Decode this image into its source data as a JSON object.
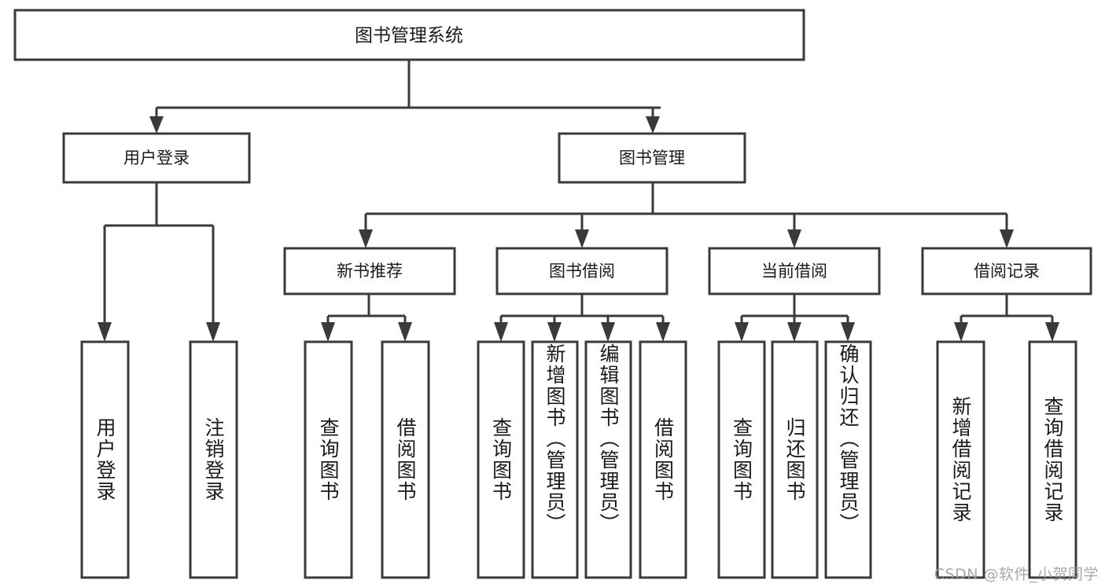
{
  "diagram": {
    "type": "tree-hierarchy-flowchart",
    "title": "图书管理系统",
    "orientation": "top-down",
    "levels": 4,
    "root": {
      "id": "root",
      "label": "图书管理系统"
    },
    "level2": [
      {
        "id": "user-login",
        "label": "用户登录"
      },
      {
        "id": "book-manage",
        "label": "图书管理"
      }
    ],
    "level3": [
      {
        "id": "new-book-recommend",
        "label": "新书推荐",
        "parent": "book-manage"
      },
      {
        "id": "book-borrow",
        "label": "图书借阅",
        "parent": "book-manage"
      },
      {
        "id": "current-borrow",
        "label": "当前借阅",
        "parent": "book-manage"
      },
      {
        "id": "borrow-record",
        "label": "借阅记录",
        "parent": "book-manage"
      }
    ],
    "leaves": [
      {
        "id": "leaf-user-login",
        "label": "用户登录",
        "parent": "user-login"
      },
      {
        "id": "leaf-logout-login",
        "label": "注销登录",
        "parent": "user-login"
      },
      {
        "id": "leaf-query-book-1",
        "label": "查询图书",
        "parent": "new-book-recommend"
      },
      {
        "id": "leaf-borrow-book-1",
        "label": "借阅图书",
        "parent": "new-book-recommend"
      },
      {
        "id": "leaf-query-book-2",
        "label": "查询图书",
        "parent": "book-borrow"
      },
      {
        "id": "leaf-add-book",
        "label": "新增图书（管理员）",
        "parent": "book-borrow"
      },
      {
        "id": "leaf-edit-book",
        "label": "编辑图书（管理员）",
        "parent": "book-borrow"
      },
      {
        "id": "leaf-borrow-book-2",
        "label": "借阅图书",
        "parent": "book-borrow"
      },
      {
        "id": "leaf-query-book-3",
        "label": "查询图书",
        "parent": "current-borrow"
      },
      {
        "id": "leaf-return-book",
        "label": "归还图书",
        "parent": "current-borrow"
      },
      {
        "id": "leaf-confirm-return",
        "label": "确认归还（管理员）",
        "parent": "current-borrow"
      },
      {
        "id": "leaf-add-record",
        "label": "新增借阅记录",
        "parent": "borrow-record"
      },
      {
        "id": "leaf-query-record",
        "label": "查询借阅记录",
        "parent": "borrow-record"
      }
    ],
    "colors": {
      "stroke": "#3a3a3a",
      "fill": "#ffffff",
      "text": "#1a1a1a",
      "background": "#ffffff",
      "watermark": "#9a9a9a"
    }
  },
  "watermark": {
    "text": "CSDN @软件_小贺同学"
  }
}
